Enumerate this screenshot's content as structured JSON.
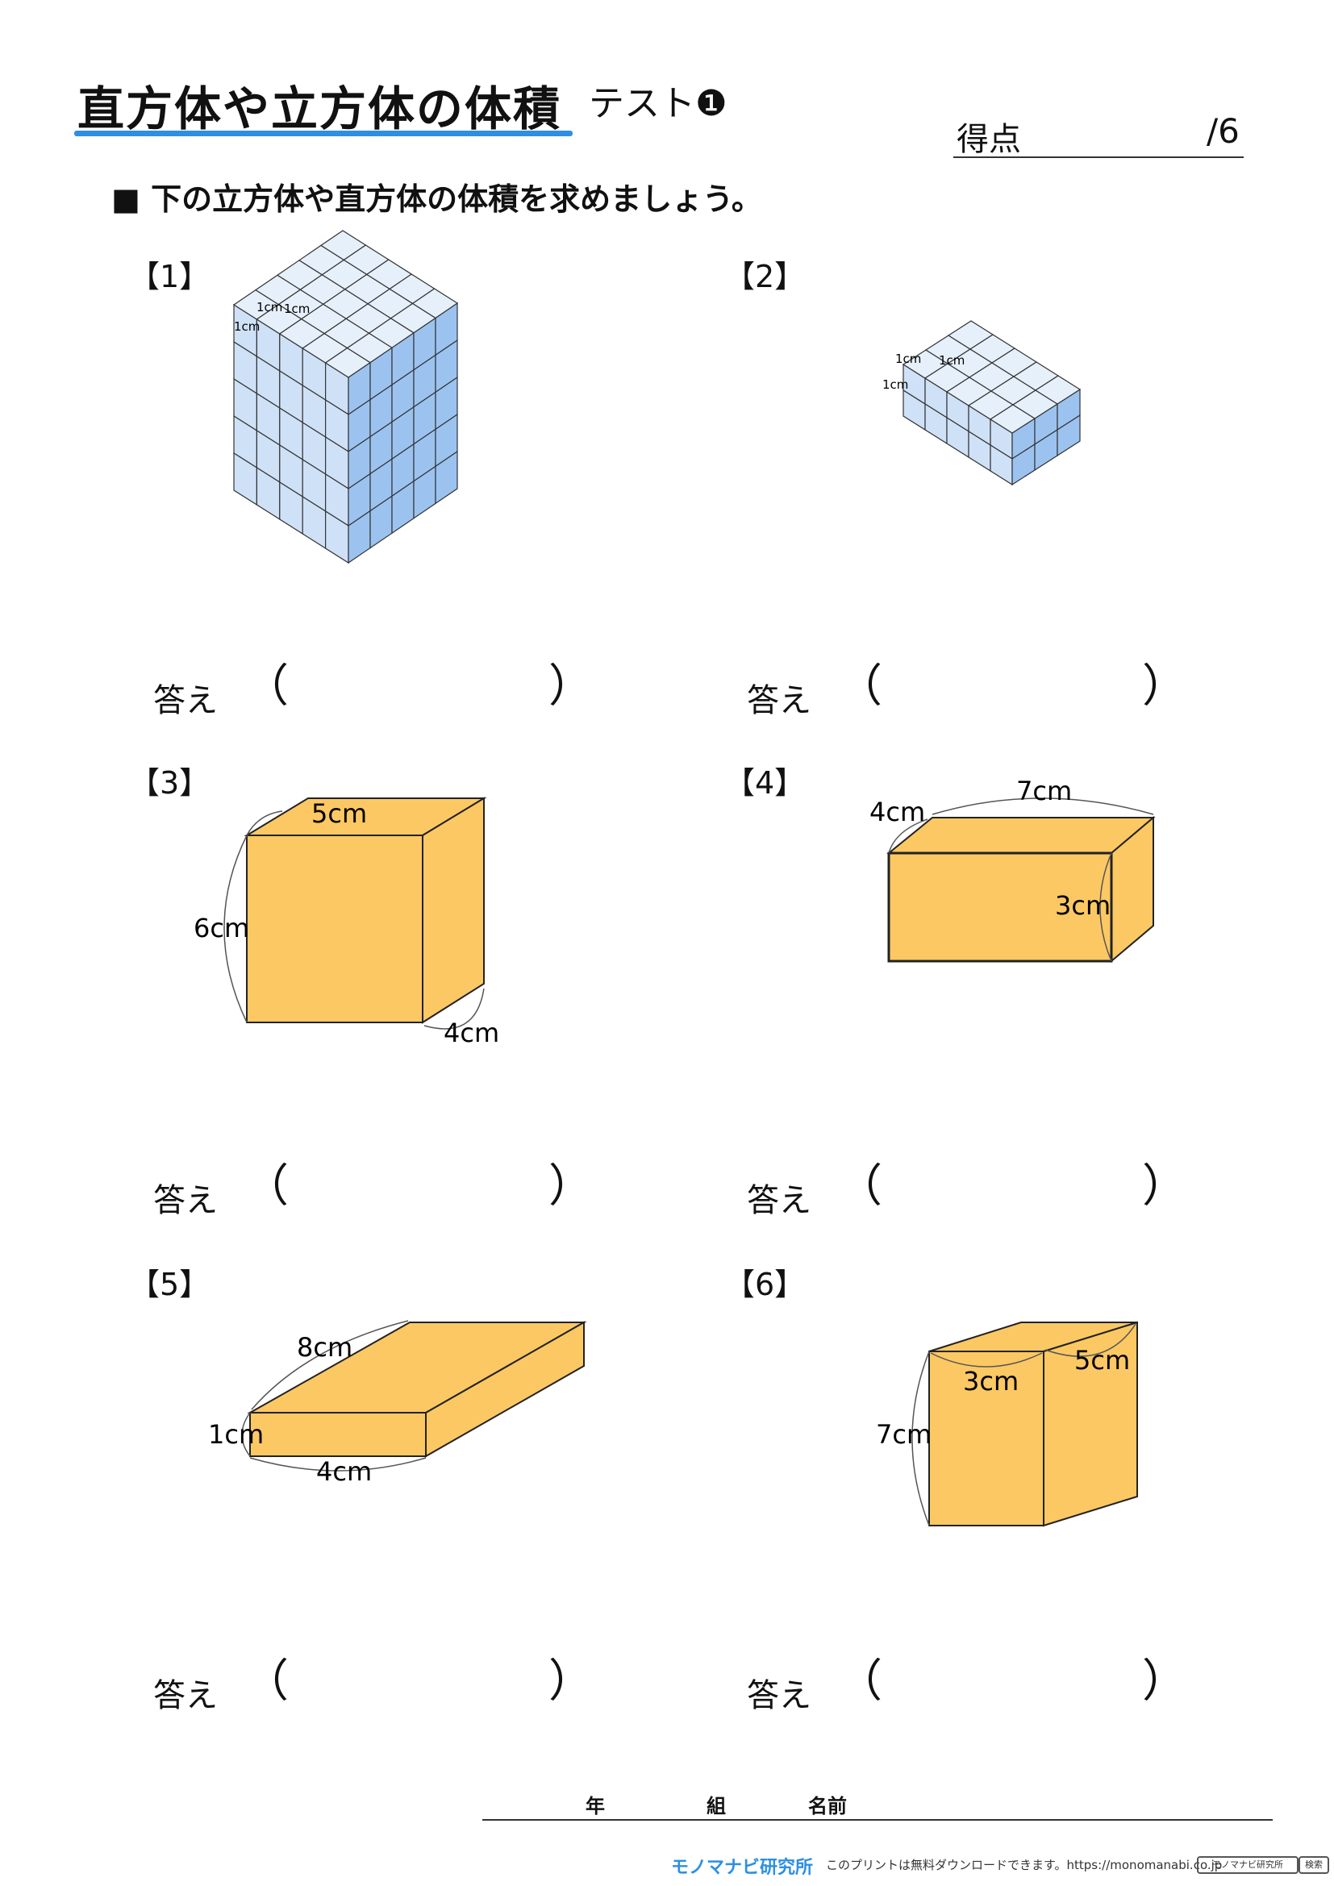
{
  "header": {
    "title": "直方体や立方体の体積",
    "subtitle": "テスト❶",
    "score_label": "得点",
    "score_total": "/6"
  },
  "instruction": "■ 下の立方体や直方体の体積を求めましょう。",
  "unit_cube_label": "1cm",
  "questions": [
    {
      "label": "【1】",
      "answer_label": "答え",
      "open": "（",
      "close": "）"
    },
    {
      "label": "【2】",
      "answer_label": "答え",
      "open": "（",
      "close": "）"
    },
    {
      "label": "【3】",
      "answer_label": "答え",
      "open": "（",
      "close": "）",
      "dims": [
        "5cm",
        "6cm",
        "4cm"
      ]
    },
    {
      "label": "【4】",
      "answer_label": "答え",
      "open": "（",
      "close": "）",
      "dims": [
        "4cm",
        "7cm",
        "3cm"
      ]
    },
    {
      "label": "【5】",
      "answer_label": "答え",
      "open": "（",
      "close": "）",
      "dims": [
        "8cm",
        "1cm",
        "4cm"
      ]
    },
    {
      "label": "【6】",
      "answer_label": "答え",
      "open": "（",
      "close": "）",
      "dims": [
        "3cm",
        "5cm",
        "7cm"
      ]
    }
  ],
  "footer": {
    "year": "年",
    "class": "組",
    "name": "名前",
    "logo": "モノマナビ研究所",
    "credit": "このプリントは無料ダウンロードできます。https://monomanabi.co.jp",
    "search_box": "モノマナビ研究所",
    "search_button": "検索"
  },
  "colors": {
    "accent": "#2e8fe0",
    "block_fill": "#fcc864",
    "cube_fill": "#bcd6f4"
  }
}
